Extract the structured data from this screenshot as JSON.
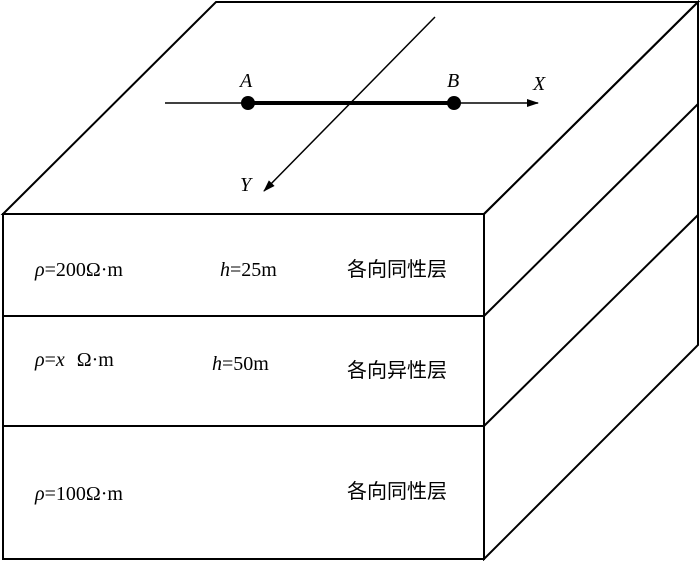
{
  "axes": {
    "x_label": "X",
    "y_label": "Y"
  },
  "electrodes": {
    "a_label": "A",
    "b_label": "B"
  },
  "layers": [
    {
      "rho_symbol": "ρ",
      "rho_value": "=200Ω·m",
      "h_symbol": "h",
      "h_value": "=25m",
      "type": "各向同性层"
    },
    {
      "rho_symbol": "ρ",
      "rho_value": "=",
      "rho_var": "x",
      "rho_unit": "Ω·m",
      "h_symbol": "h",
      "h_value": "=50m",
      "type": "各向异性层"
    },
    {
      "rho_symbol": "ρ",
      "rho_value": "=100Ω·m",
      "type": "各向同性层"
    }
  ]
}
